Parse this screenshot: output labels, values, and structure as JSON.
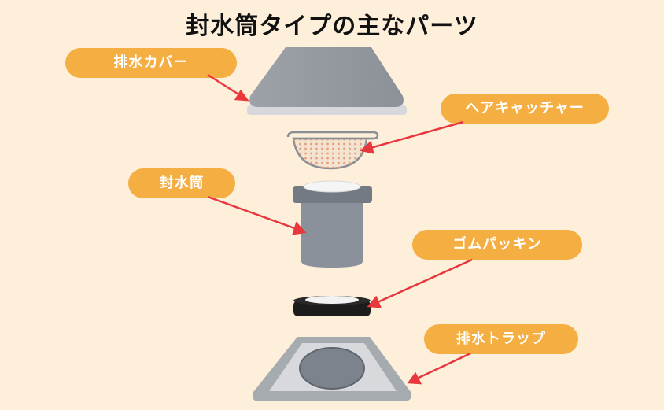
{
  "title": "封水筒タイプの主なパーツ",
  "labels": {
    "drain_cover": "排水カバー",
    "hair_catcher": "ヘアキャッチャー",
    "seal_cylinder": "封水筒",
    "rubber_packing": "ゴムパッキン",
    "drain_trap": "排水トラップ"
  },
  "colors": {
    "background": "#FDEFD9",
    "label": "#F4AE42",
    "arrow": "#E8383D",
    "part_gray": "#8A919A"
  }
}
